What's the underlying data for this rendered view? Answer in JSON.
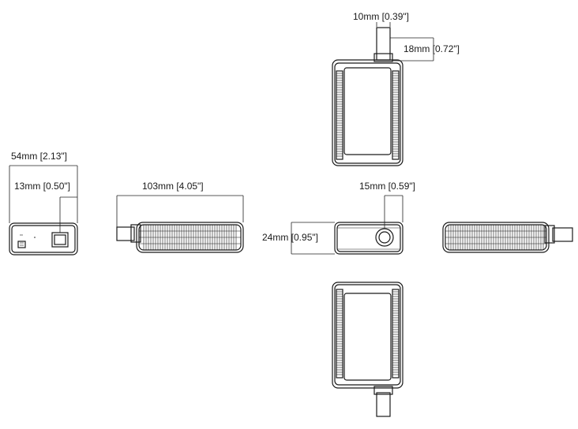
{
  "dimensions": {
    "cable_diameter": "10mm [0.39\"]",
    "strain_relief_length": "18mm [0.72\"]",
    "width": "54mm [2.13\"]",
    "connector_offset": "13mm [0.50\"]",
    "length": "103mm [4.05\"]",
    "jack_offset": "15mm [0.59\"]",
    "height": "24mm [0.95\"]"
  },
  "colors": {
    "line": "#1a1a1a",
    "background": "#ffffff"
  }
}
